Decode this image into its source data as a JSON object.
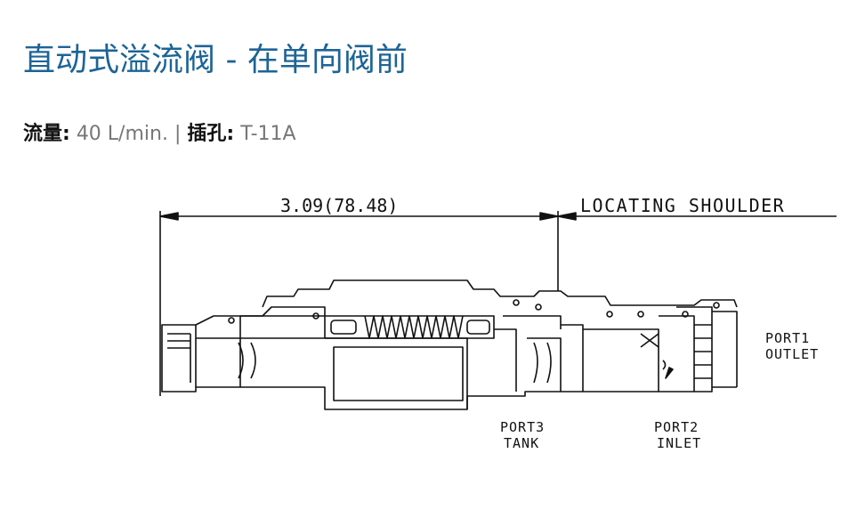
{
  "title": "直动式溢流阀 - 在单向阀前",
  "specs": {
    "flow_label": "流量:",
    "flow_value": "40 L/min.",
    "separator": "|",
    "cavity_label": "插孔:",
    "cavity_value": "T-11A"
  },
  "diagram": {
    "dimension_label": "3.09(78.48)",
    "shoulder_label": "LOCATING SHOULDER",
    "port1": [
      "PORT1",
      "OUTLET"
    ],
    "port3": [
      "PORT3",
      "TANK"
    ],
    "port2": [
      "PORT2",
      "INLET"
    ]
  }
}
